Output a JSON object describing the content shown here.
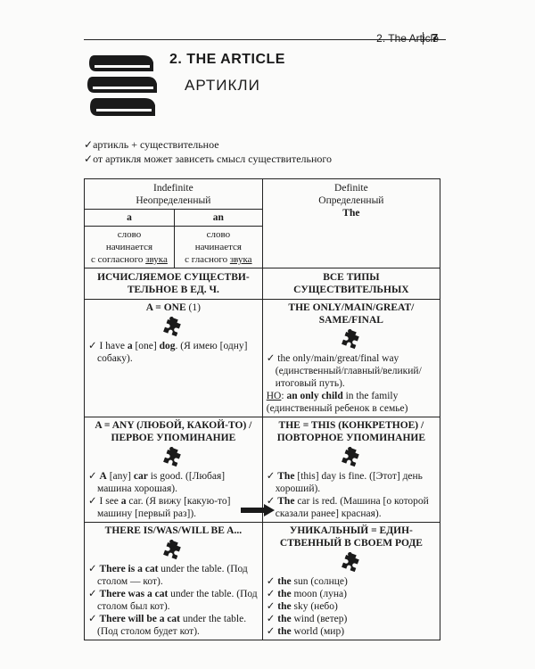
{
  "header": {
    "chapter": "2. The Article",
    "page": "7"
  },
  "title": "2. THE ARTICLE",
  "subtitle": "АРТИКЛИ",
  "checklist": [
    "артикль + существительное",
    "от артикля может зависеть смысл существительного"
  ],
  "table": {
    "indef_en": "Indefinite",
    "indef_ru": "Неопределенный",
    "def_en": "Definite",
    "def_ru": "Определенный",
    "def_article": "The",
    "a_label": "a",
    "an_label": "an",
    "a_desc_1": "слово",
    "a_desc_2": "начинается",
    "a_desc_3": "с согласного",
    "a_desc_u": "звука",
    "an_desc_1": "слово",
    "an_desc_2": "начинается",
    "an_desc_3": "с гласного",
    "an_desc_u": "звука",
    "row1_left": "ИСЧИСЛЯЕМОЕ СУЩЕСТВИ-\nТЕЛЬНОЕ В ЕД. Ч.",
    "row1_right": "ВСЕ ТИПЫ\nСУЩЕСТВИТЕЛЬНЫХ",
    "one_head_bold": "A = ONE",
    "one_head_rest": " (1)",
    "one_ex": {
      "p1": "I have ",
      "b1": "a",
      "p2": " [one] ",
      "b2": "dog",
      "p3": ". (Я имею [одну] собаку)."
    },
    "only_head": "THE ONLY/MAIN/GREAT/\nSAME/FINAL",
    "only_ex": "the only/main/great/final way (единственный/главный/великий/итоговый путь).",
    "only_note": {
      "u": "НО",
      "p1": ": ",
      "b": "an only child",
      "p2": " in the family (единственный ребенок в семье)"
    },
    "any_head": "A = ANY (ЛЮБОЙ, КАКОЙ-ТО) /\nПЕРВОЕ УПОМИНАНИЕ",
    "this_head": "THE = THIS (КОНКРЕТНОЕ) /\nПОВТОРНОЕ УПОМИНАНИЕ",
    "any_ex1": {
      "b1": "A",
      "p1": " [any] ",
      "b2": "car",
      "p2": " is good. ([Любая] машина хорошая)."
    },
    "any_ex2": {
      "p1": "I see ",
      "b1": "a",
      "p2": " car. (Я вижу [какую-то] машину [первый раз])."
    },
    "this_ex1": {
      "b1": "The",
      "p1": " [this] day is fine. ([Этот] день хороший)."
    },
    "this_ex2": {
      "b1": "The",
      "p1": " car is red. (Машина [о которой сказали ранее] красная)."
    },
    "there_head": "THERE IS/WAS/WILL BE A...",
    "unique_head": "УНИКАЛЬНЫЙ = ЕДИН-\nСТВЕННЫЙ В СВОЕМ РОДЕ",
    "there_ex": [
      {
        "b": "There is a cat",
        "p": " under the table. (Под столом — кот)."
      },
      {
        "b": "There was a cat",
        "p": " under the table. (Под столом был кот)."
      },
      {
        "b": "There will be a cat",
        "p": " under the table. (Под столом будет кот)."
      }
    ],
    "unique_ex": [
      {
        "b": "the",
        "p": " sun (солнце)"
      },
      {
        "b": "the",
        "p": " moon (луна)"
      },
      {
        "b": "the",
        "p": " sky (небо)"
      },
      {
        "b": "the",
        "p": " wind (ветер)"
      },
      {
        "b": "the",
        "p": " world (мир)"
      }
    ]
  },
  "icons": {
    "books": "books-stack-icon",
    "puzzle": "puzzle-piece-icon",
    "check": "check-mark-icon",
    "arrow": "arrow-right-icon"
  }
}
